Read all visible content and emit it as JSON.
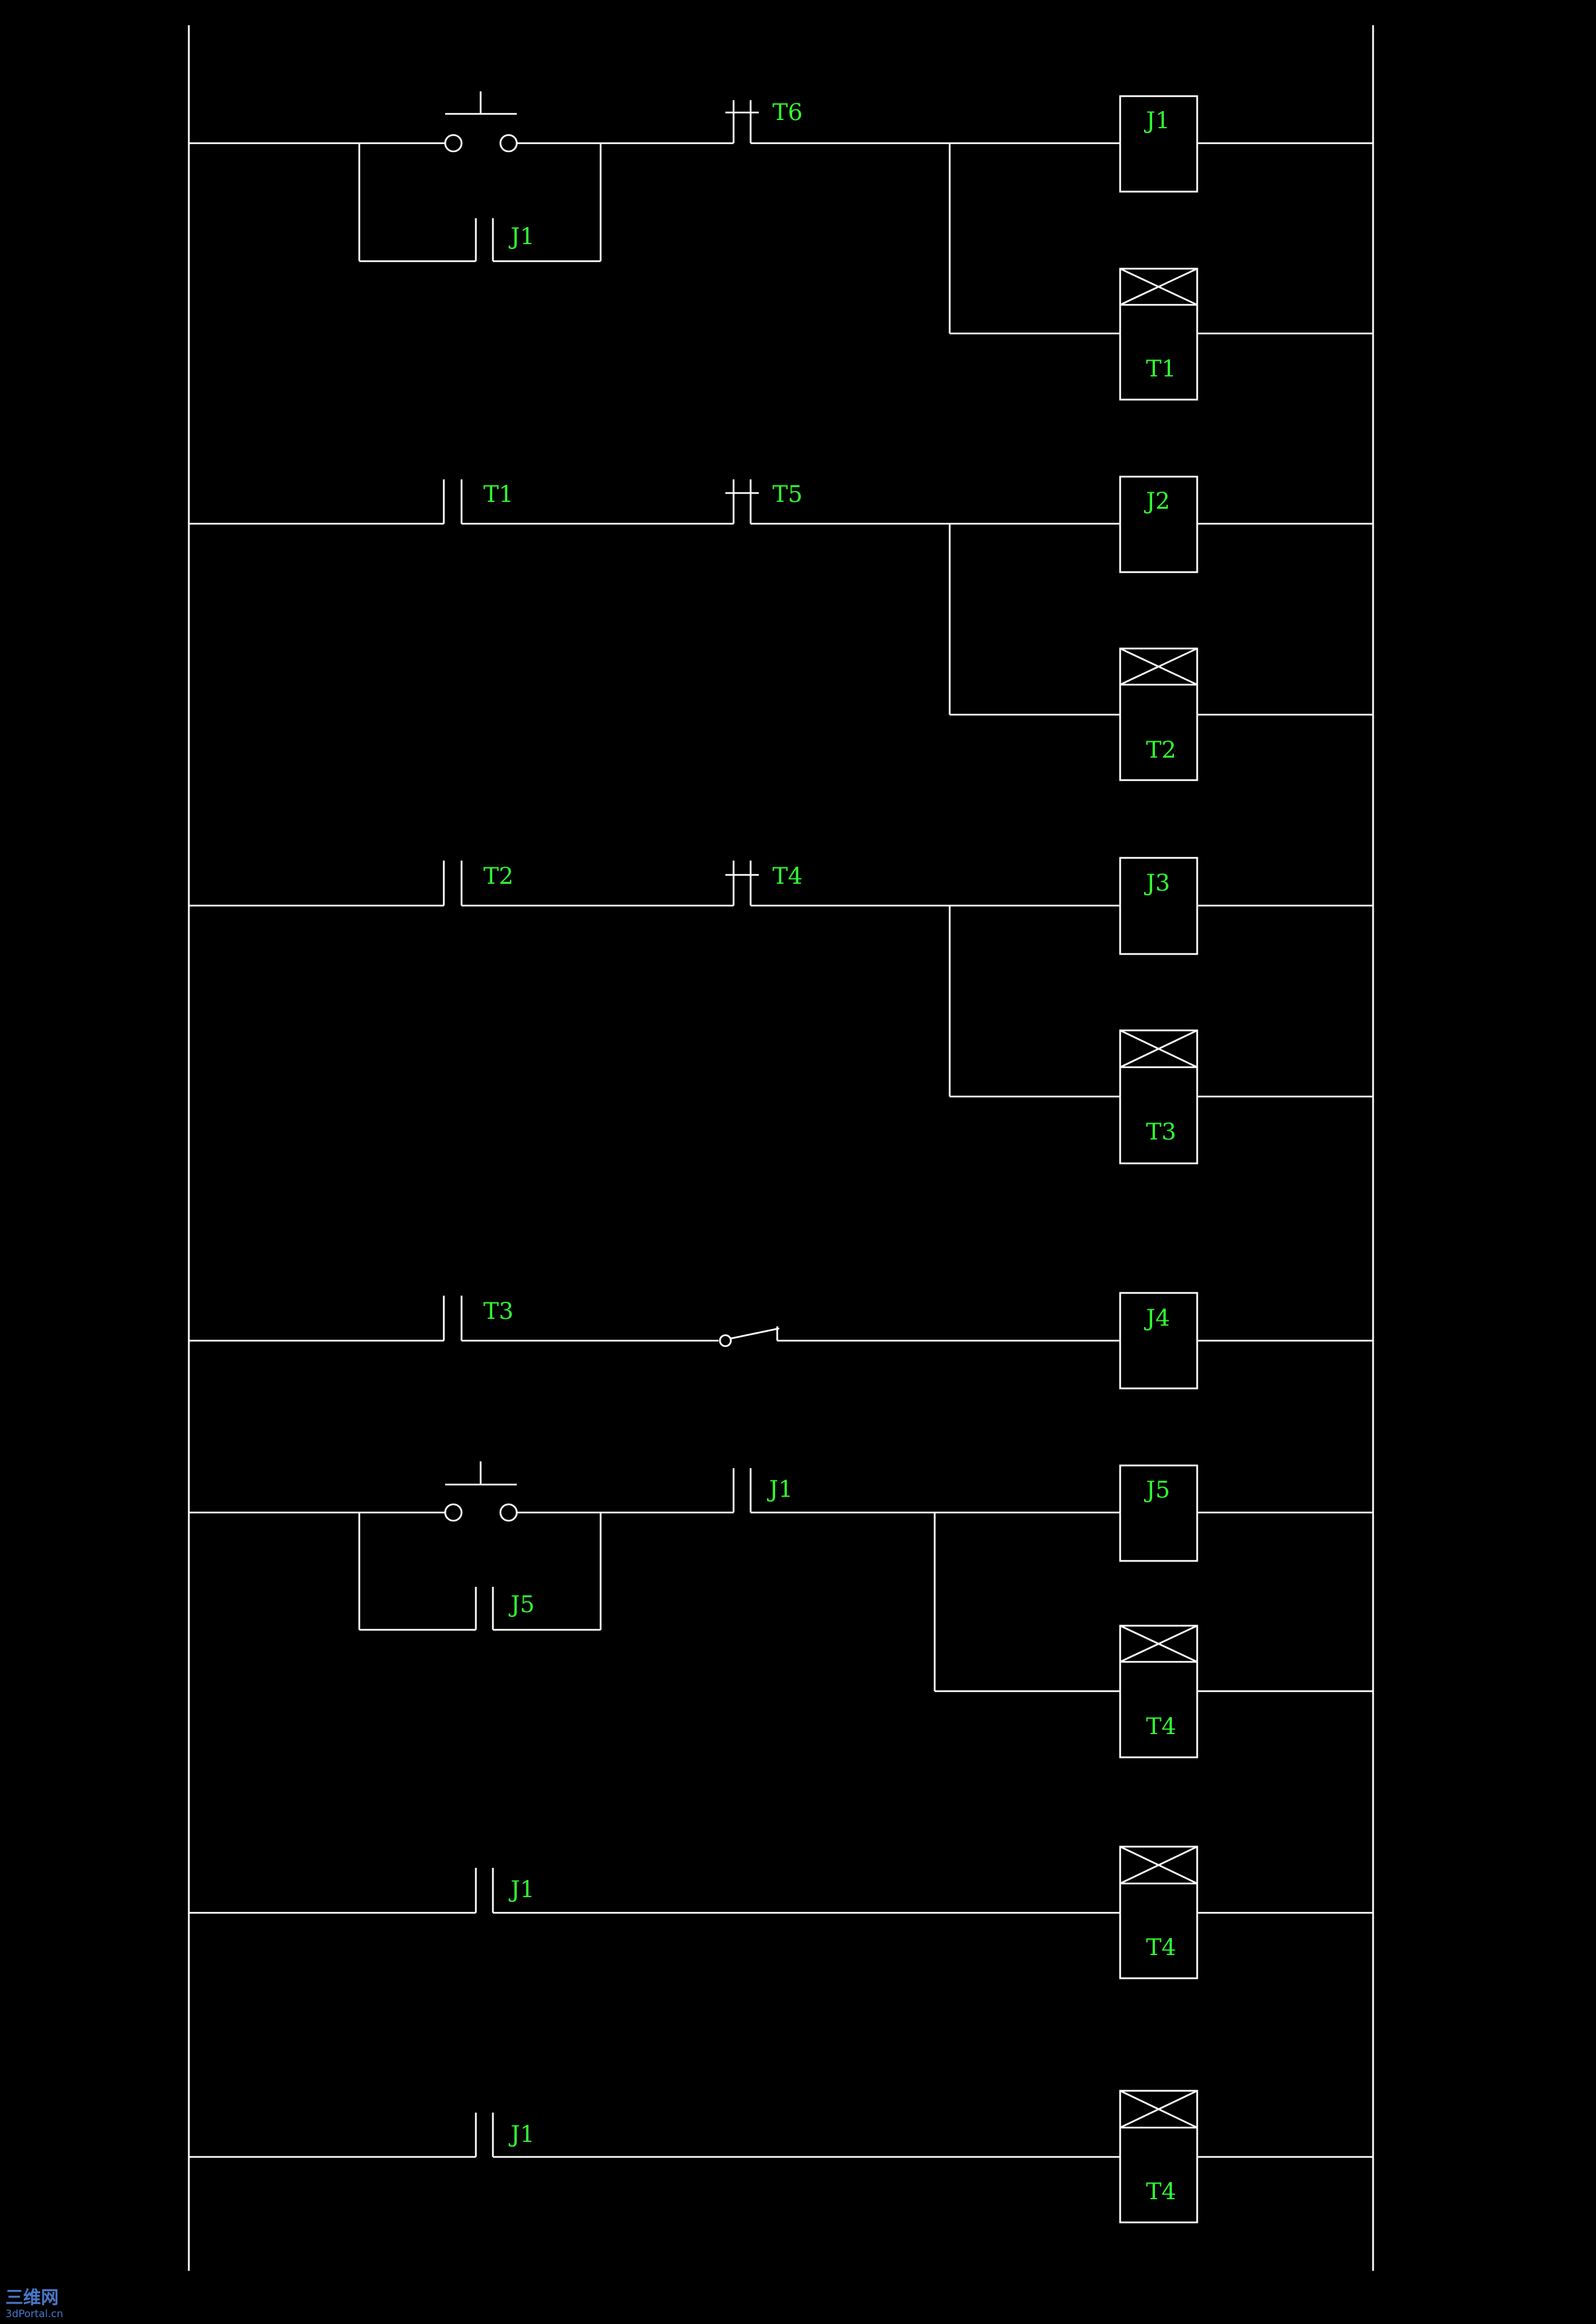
{
  "diagram": {
    "kind": "relay ladder diagram",
    "colors": {
      "background": "#000000",
      "wire": "#ffffff",
      "label": "#33ff33",
      "watermark": "#4a78c8"
    },
    "labels": {
      "r1_contact": "T6",
      "r1_seal": "J1",
      "r1_coil": "J1",
      "r1_timer": "T1",
      "r2_contact_a": "T1",
      "r2_contact_b": "T5",
      "r2_coil": "J2",
      "r2_timer": "T2",
      "r3_contact_a": "T2",
      "r3_contact_b": "T4",
      "r3_coil": "J3",
      "r3_timer": "T3",
      "r4_contact": "T3",
      "r4_coil": "J4",
      "r5_contact": "J1",
      "r5_seal": "J5",
      "r5_coil": "J5",
      "r5_timer": "T4",
      "r6_contact": "J1",
      "r6_timer": "T4",
      "r7_contact": "J1",
      "r7_timer": "T4"
    }
  },
  "watermark": {
    "line1": "三维网",
    "line2": "3dPortal.cn"
  }
}
